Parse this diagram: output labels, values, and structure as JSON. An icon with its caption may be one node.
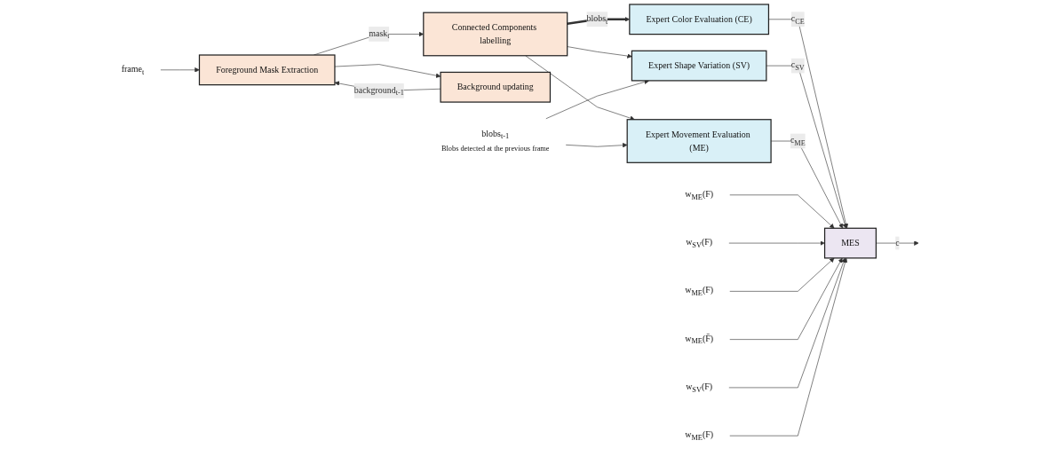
{
  "diagram": {
    "nodes": [
      {
        "text": [
          "frame$_{t}$"
        ]
      },
      {
        "text": [
          "Foreground Mask Extraction"
        ]
      },
      {
        "text": [
          "Connected Components labelling"
        ]
      },
      {
        "text": [
          "Expert Color Evaluation (CE)"
        ]
      },
      {
        "text": [
          "Expert Shape Variation (SV)"
        ]
      },
      {
        "text": [
          "Expert Movement Evaluation (ME)"
        ]
      },
      {
        "text": [
          "MES"
        ]
      },
      {
        "text": [
          "Background updating"
        ]
      },
      {
        "text": [
          "blobs$_{t-1}$"
        ],
        "beside": [
          "Blobs detected at the previous frame"
        ]
      },
      {
        "text": [
          "w$_{ME}$(F)"
        ]
      },
      {
        "text": [
          "w$_{SV}$(F)"
        ]
      },
      {
        "text": [
          "w$_{ME}$(F)"
        ]
      },
      {
        "text": [
          "w$_{ME}$(F̄)"
        ]
      },
      {
        "text": [
          "w$_{SV}$(F)"
        ]
      },
      {
        "text": [
          "w$_{ME}$(F)"
        ]
      }
    ],
    "edges": [
      {
        "from": 0,
        "to": 1,
        "arrow": "to"
      },
      {
        "from": 1,
        "to": 2,
        "arrow": "to",
        "label": "mask$_{t}$"
      },
      {
        "from": 1,
        "to": 7,
        "arrow": "to"
      },
      {
        "from": 7,
        "to": 1,
        "arrow": "to",
        "label": "background$_{t-1}$"
      },
      {
        "from": 2,
        "to": 3,
        "arrow": "to",
        "label": "blobs$_{t}$",
        "style": "thick"
      },
      {
        "from": 2,
        "to": 4,
        "arrow": "to"
      },
      {
        "from": 2,
        "to": 5,
        "arrow": "to"
      },
      {
        "from": 8,
        "to": 4,
        "arrow": "to"
      },
      {
        "from": 8,
        "to": 5,
        "arrow": "to"
      },
      {
        "from": 3,
        "to": 6,
        "arrow": "to",
        "label": "c$_{CE}$"
      },
      {
        "from": 4,
        "to": 6,
        "arrow": "to",
        "label": "c$_{SV}$"
      },
      {
        "from": 5,
        "to": 6,
        "arrow": "to",
        "label": "c$_{ME}$"
      },
      {
        "from": 9,
        "to": 6,
        "arrow": "to"
      },
      {
        "from": 10,
        "to": 6,
        "arrow": "to"
      },
      {
        "from": 11,
        "to": 6,
        "arrow": "to"
      },
      {
        "from": 12,
        "to": 6,
        "arrow": "to"
      },
      {
        "from": 13,
        "to": 6,
        "arrow": "to"
      },
      {
        "from": 14,
        "to": 6,
        "arrow": "to"
      },
      {
        "from": 6,
        "to": null,
        "arrow": "to",
        "label": "c"
      }
    ]
  }
}
